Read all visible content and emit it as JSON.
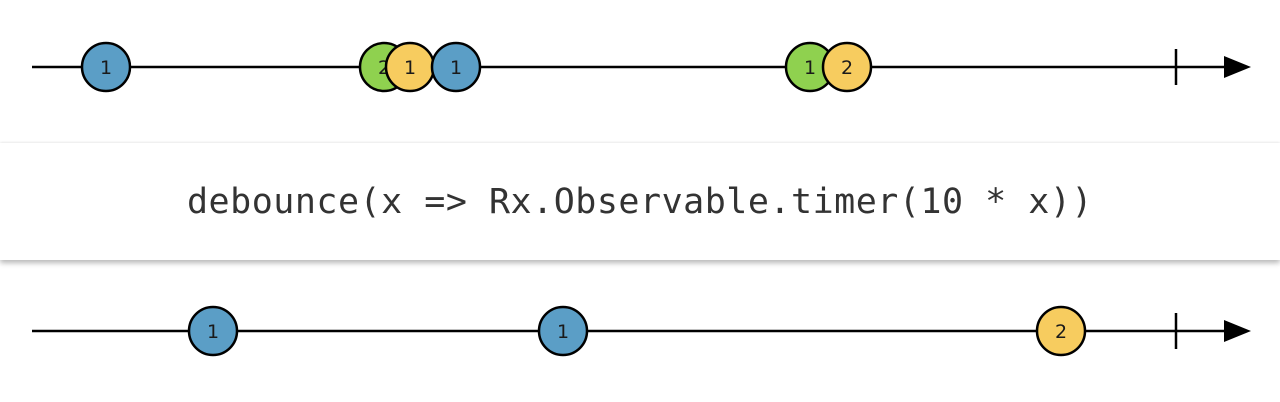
{
  "operator": {
    "label": "debounce(x => Rx.Observable.timer(10 * x))"
  },
  "colors": {
    "blue": "#5b9ec6",
    "green": "#8fd14f",
    "yellow": "#f7cc5f",
    "line": "#000000"
  },
  "input_timeline": {
    "name": "source-timeline",
    "completes": true,
    "marbles": [
      {
        "label": "1",
        "color": "blue"
      },
      {
        "label": "2",
        "color": "green"
      },
      {
        "label": "1",
        "color": "yellow"
      },
      {
        "label": "1",
        "color": "blue"
      },
      {
        "label": "1",
        "color": "green"
      },
      {
        "label": "2",
        "color": "yellow"
      }
    ]
  },
  "output_timeline": {
    "name": "result-timeline",
    "completes": true,
    "marbles": [
      {
        "label": "1",
        "color": "blue"
      },
      {
        "label": "1",
        "color": "blue"
      },
      {
        "label": "2",
        "color": "yellow"
      }
    ]
  }
}
